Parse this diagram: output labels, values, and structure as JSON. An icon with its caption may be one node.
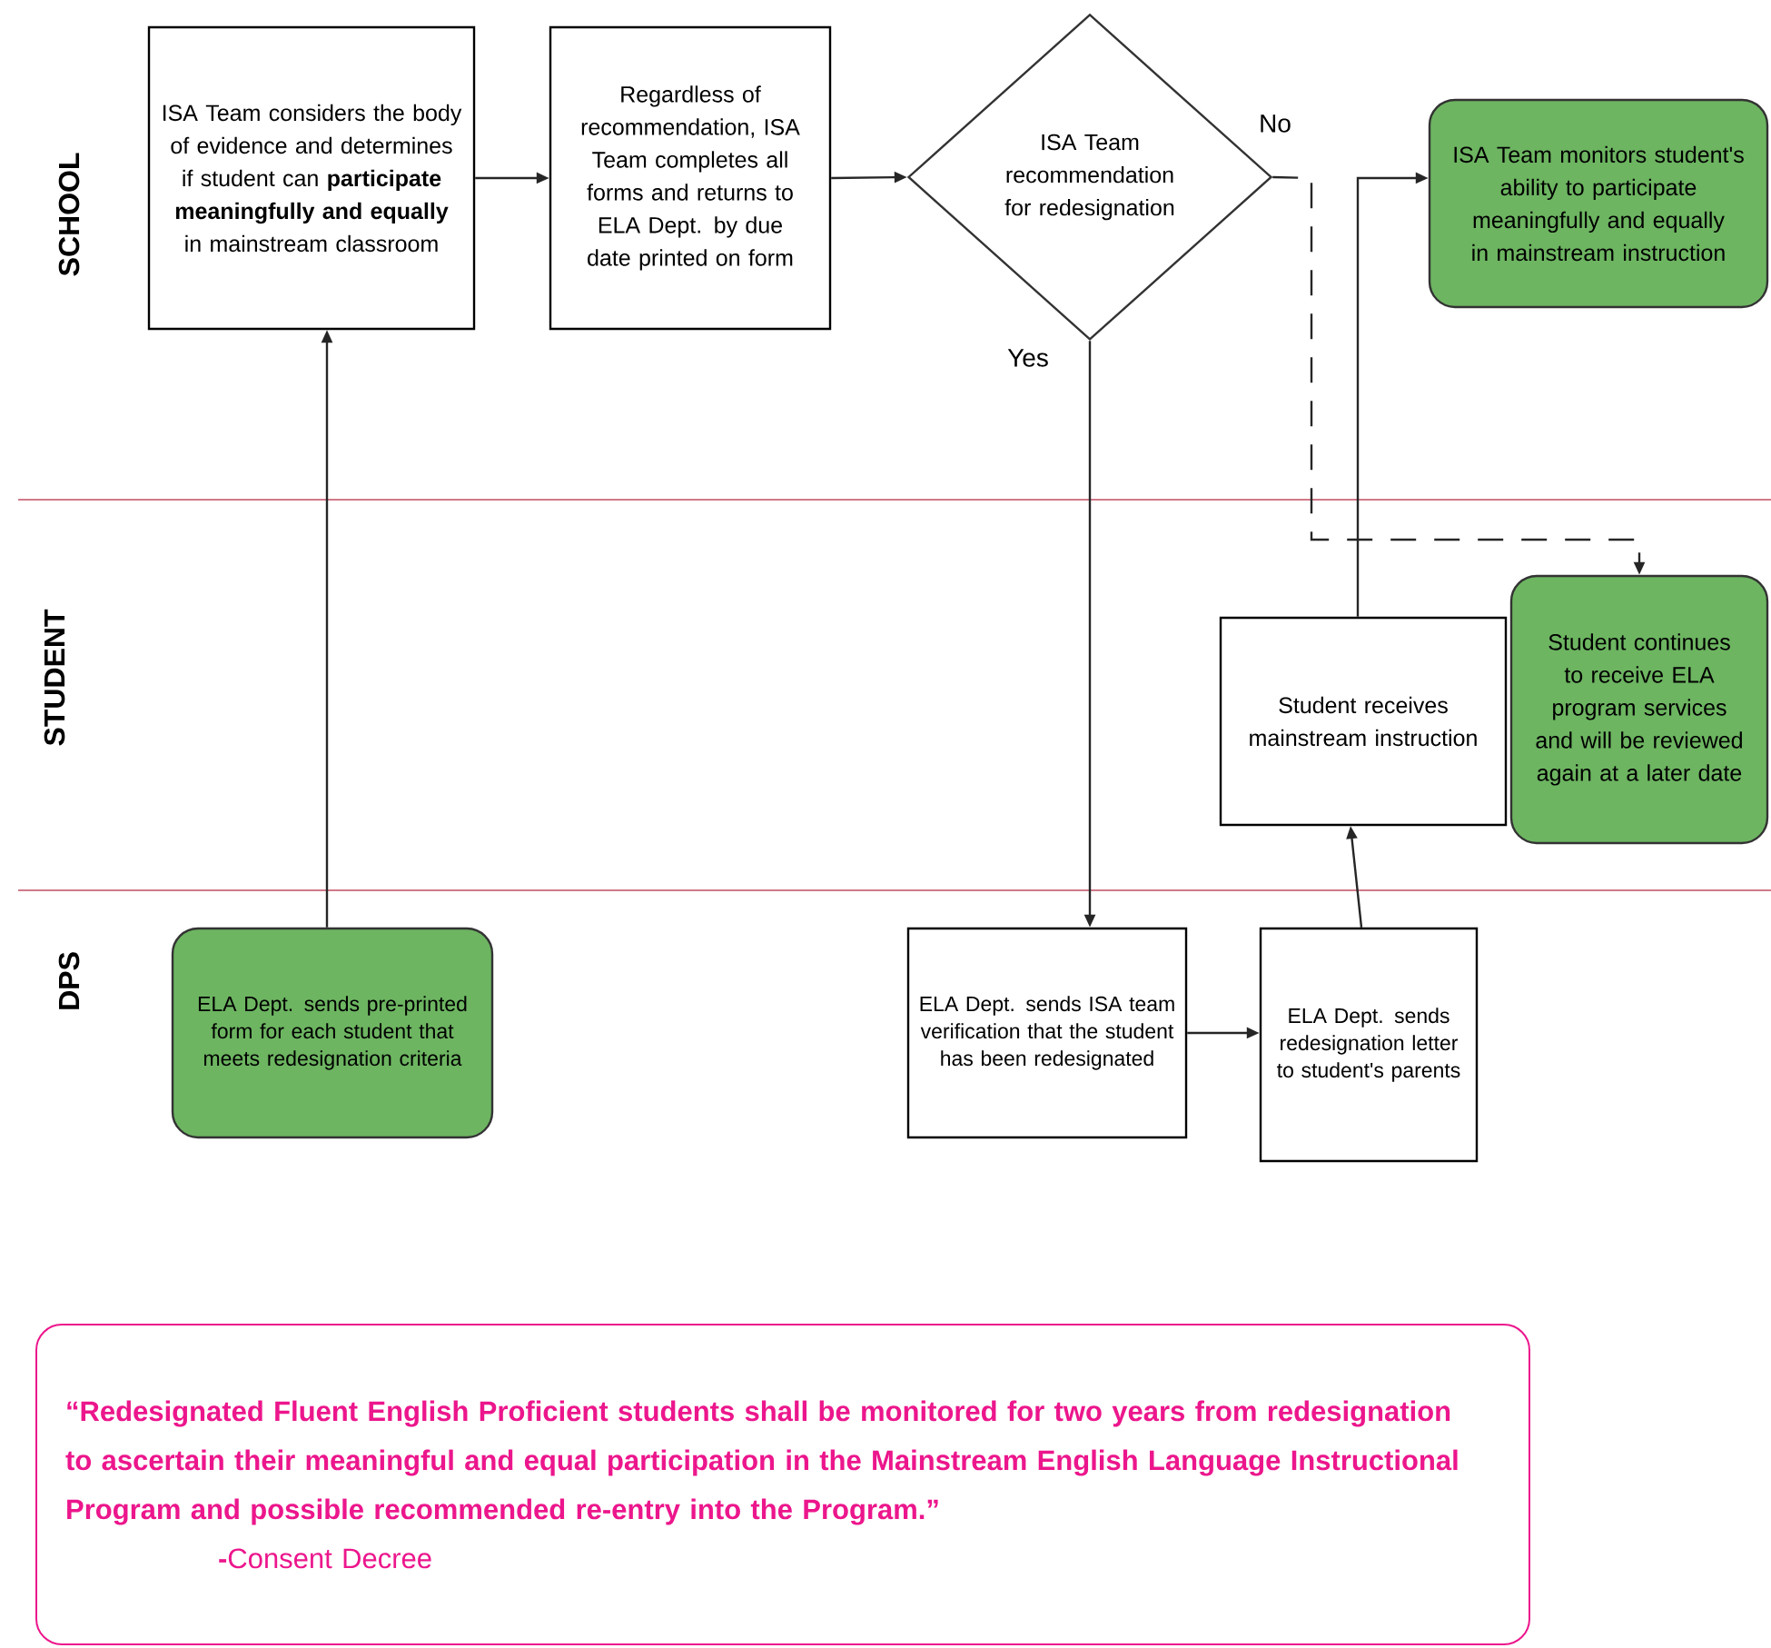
{
  "diagram": {
    "nodes": [
      {
        "text": [
          "ISA Team considers the body of evidence and determines if student can **participate meaningfully and equally** in mainstream classroom"
        ]
      },
      {
        "text": [
          "Regardless of recommendation, ISA Team completes all forms and returns to ELA Dept. by due date printed on form"
        ]
      },
      {
        "text": [
          "ISA Team recommendation for redesignation"
        ]
      },
      {
        "text": [
          "ISA Team monitors student's ability to participate meaningfully and equally in mainstream instruction"
        ]
      },
      {
        "text": [
          "Student continues to receive ELA program services and will be reviewed again at a later date"
        ]
      },
      {
        "text": [
          "Student receives mainstream instruction"
        ]
      },
      {
        "text": [
          "ELA Dept. sends pre-printed form for each student that meets redesignation criteria"
        ]
      },
      {
        "text": [
          "ELA Dept. sends ISA team verification that the student has been redesignated"
        ]
      },
      {
        "text": [
          "ELA Dept. sends redesignation letter to student's parents"
        ]
      },
      {
        "text": [
          "“Redesignated Fluent English Proficient students shall be monitored for two years from redesignation to ascertain their meaningful and equal participation in the Mainstream English Language Instructional Program and possible recommended re-entry into the Program.”",
          "**-**Consent Decree"
        ]
      }
    ],
    "edges": [
      {
        "from": 6,
        "to": 0,
        "arrow": "to"
      },
      {
        "from": 0,
        "to": 1,
        "arrow": "to"
      },
      {
        "from": 1,
        "to": 2,
        "arrow": "to"
      },
      {
        "from": 2,
        "to": 7,
        "arrow": "to",
        "label": "Yes"
      },
      {
        "from": 2,
        "to": 4,
        "arrow": "to",
        "label": "No",
        "style": "dashed"
      },
      {
        "from": 7,
        "to": 8,
        "arrow": "to"
      },
      {
        "from": 8,
        "to": 5,
        "arrow": "to"
      },
      {
        "from": 5,
        "to": 3,
        "arrow": "to"
      }
    ],
    "labels": [
      "SCHOOL",
      "STUDENT",
      "DPS"
    ]
  }
}
